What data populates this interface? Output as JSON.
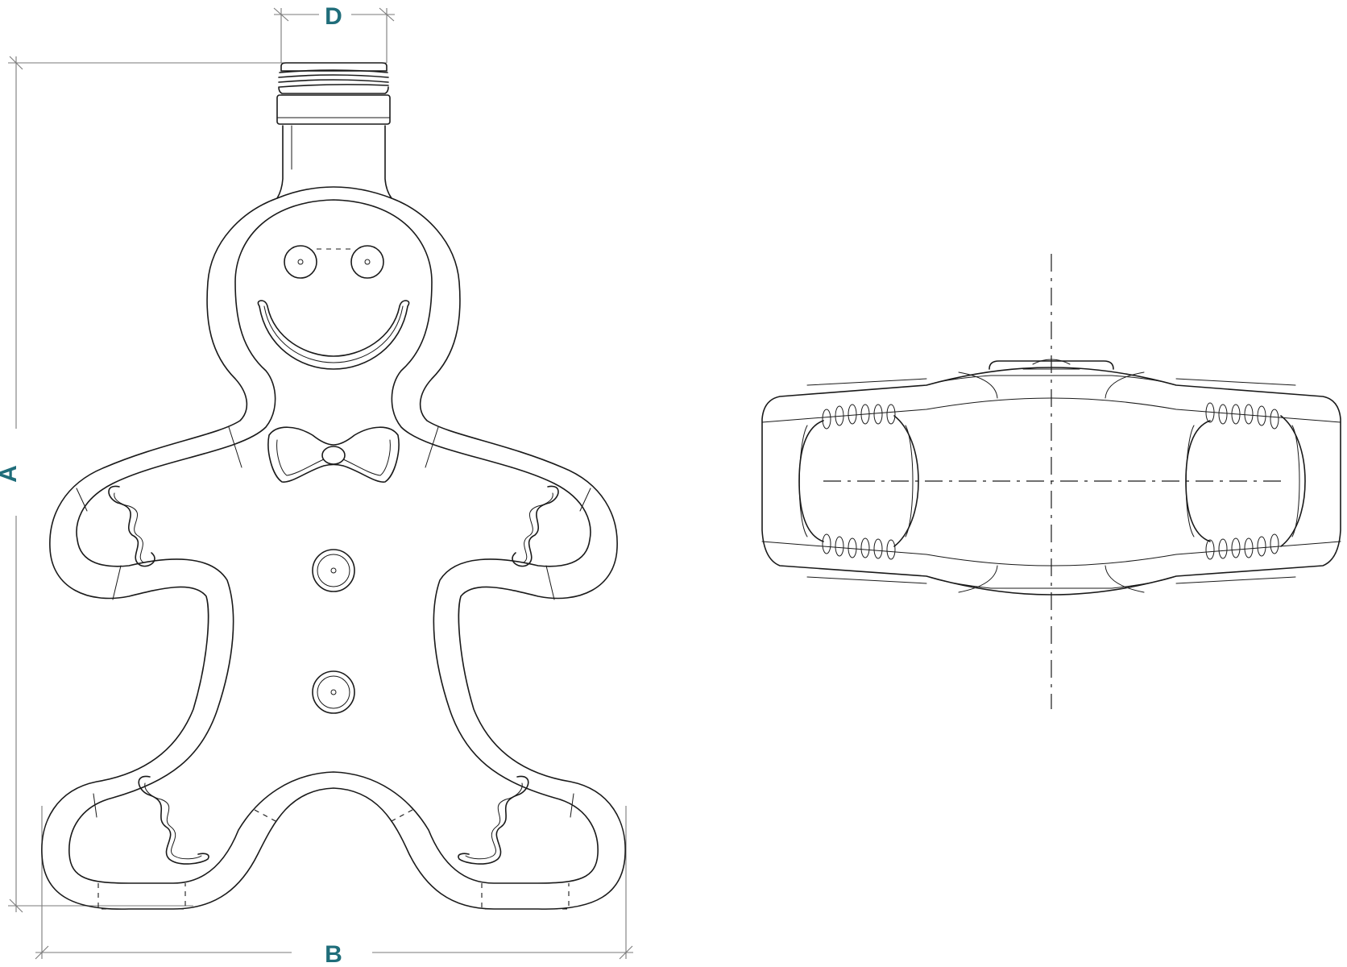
{
  "labels": {
    "dim_a": "A",
    "dim_b": "B",
    "dim_d": "D"
  },
  "colors": {
    "label": "#1f6d7a",
    "line": "#1a1a1a",
    "dimension": "#7a7a7a"
  }
}
